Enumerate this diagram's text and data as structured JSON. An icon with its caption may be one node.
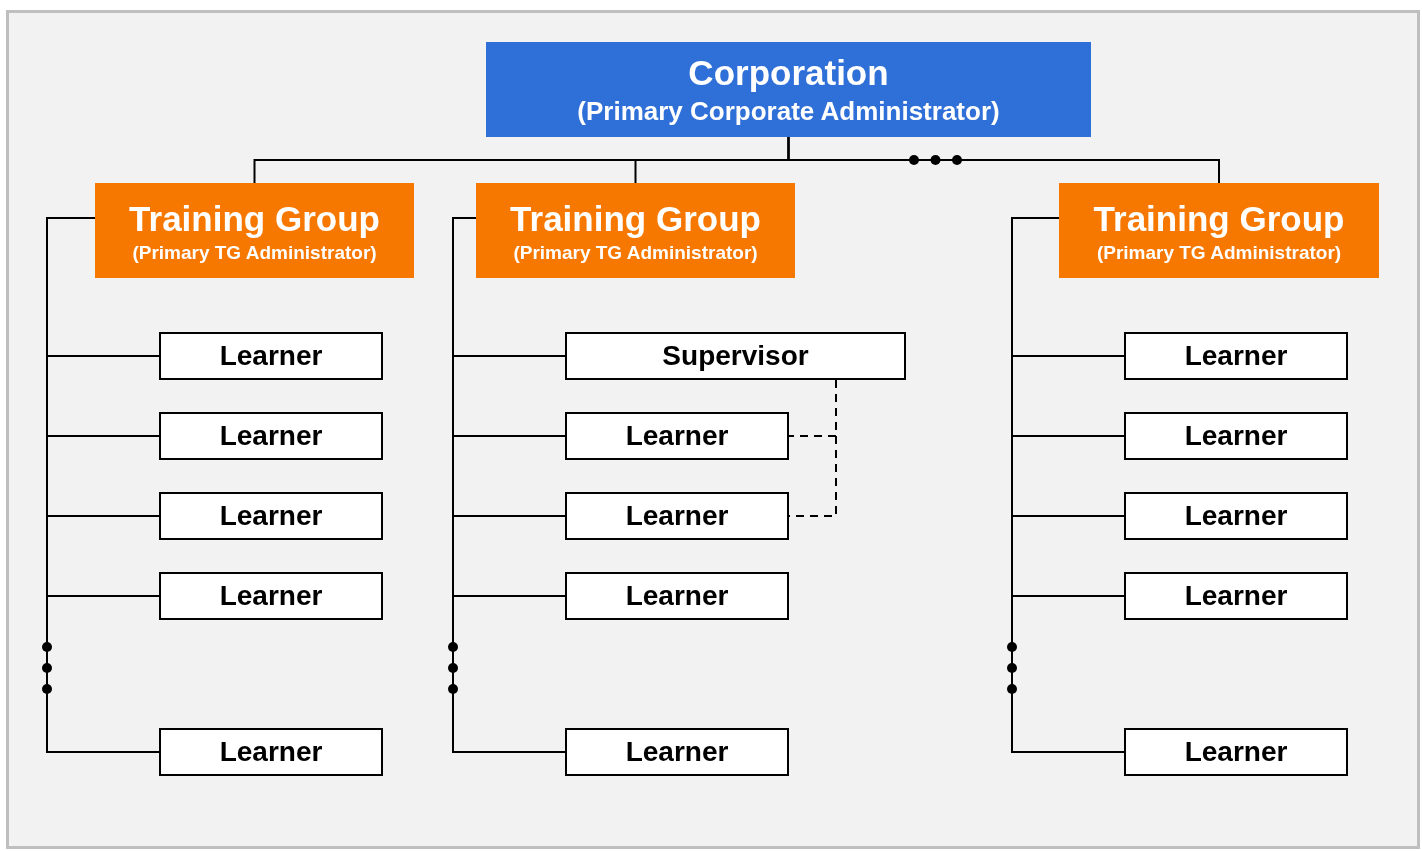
{
  "diagram": {
    "nodes": [
      {
        "text": [
          "Corporation",
          "(Primary Corporate Administrator)"
        ]
      },
      {
        "text": [
          "Training Group",
          "(Primary TG Administrator)"
        ]
      },
      {
        "text": [
          "Training Group",
          "(Primary TG Administrator)"
        ]
      },
      {
        "text": [
          "Training Group",
          "(Primary TG Administrator)"
        ]
      },
      {
        "text": [
          "Learner"
        ]
      },
      {
        "text": [
          "Learner"
        ]
      },
      {
        "text": [
          "Learner"
        ]
      },
      {
        "text": [
          "Learner"
        ]
      },
      {
        "text": [
          "Learner"
        ]
      },
      {
        "text": [
          "Supervisor"
        ]
      },
      {
        "text": [
          "Learner"
        ]
      },
      {
        "text": [
          "Learner"
        ]
      },
      {
        "text": [
          "Learner"
        ]
      },
      {
        "text": [
          "Learner"
        ]
      },
      {
        "text": [
          "Learner"
        ]
      },
      {
        "text": [
          "Learner"
        ]
      },
      {
        "text": [
          "Learner"
        ]
      },
      {
        "text": [
          "Learner"
        ]
      },
      {
        "text": [
          "Learner"
        ]
      }
    ],
    "edges": [
      {
        "from": 0,
        "to": 1,
        "arrow": "none"
      },
      {
        "from": 0,
        "to": 2,
        "arrow": "none"
      },
      {
        "from": 0,
        "to": 3,
        "arrow": "none"
      },
      {
        "from": 1,
        "to": 4,
        "arrow": "none"
      },
      {
        "from": 1,
        "to": 5,
        "arrow": "none"
      },
      {
        "from": 1,
        "to": 6,
        "arrow": "none"
      },
      {
        "from": 1,
        "to": 7,
        "arrow": "none"
      },
      {
        "from": 1,
        "to": 8,
        "arrow": "none"
      },
      {
        "from": 2,
        "to": 9,
        "arrow": "none"
      },
      {
        "from": 2,
        "to": 10,
        "arrow": "none"
      },
      {
        "from": 2,
        "to": 11,
        "arrow": "none"
      },
      {
        "from": 2,
        "to": 12,
        "arrow": "none"
      },
      {
        "from": 2,
        "to": 13,
        "arrow": "none"
      },
      {
        "from": 9,
        "to": 10,
        "arrow": "none",
        "style": "dashed"
      },
      {
        "from": 9,
        "to": 11,
        "arrow": "none",
        "style": "dashed"
      },
      {
        "from": 3,
        "to": 14,
        "arrow": "none"
      },
      {
        "from": 3,
        "to": 15,
        "arrow": "none"
      },
      {
        "from": 3,
        "to": 16,
        "arrow": "none"
      },
      {
        "from": 3,
        "to": 17,
        "arrow": "none"
      },
      {
        "from": 3,
        "to": 18,
        "arrow": "none"
      }
    ]
  }
}
